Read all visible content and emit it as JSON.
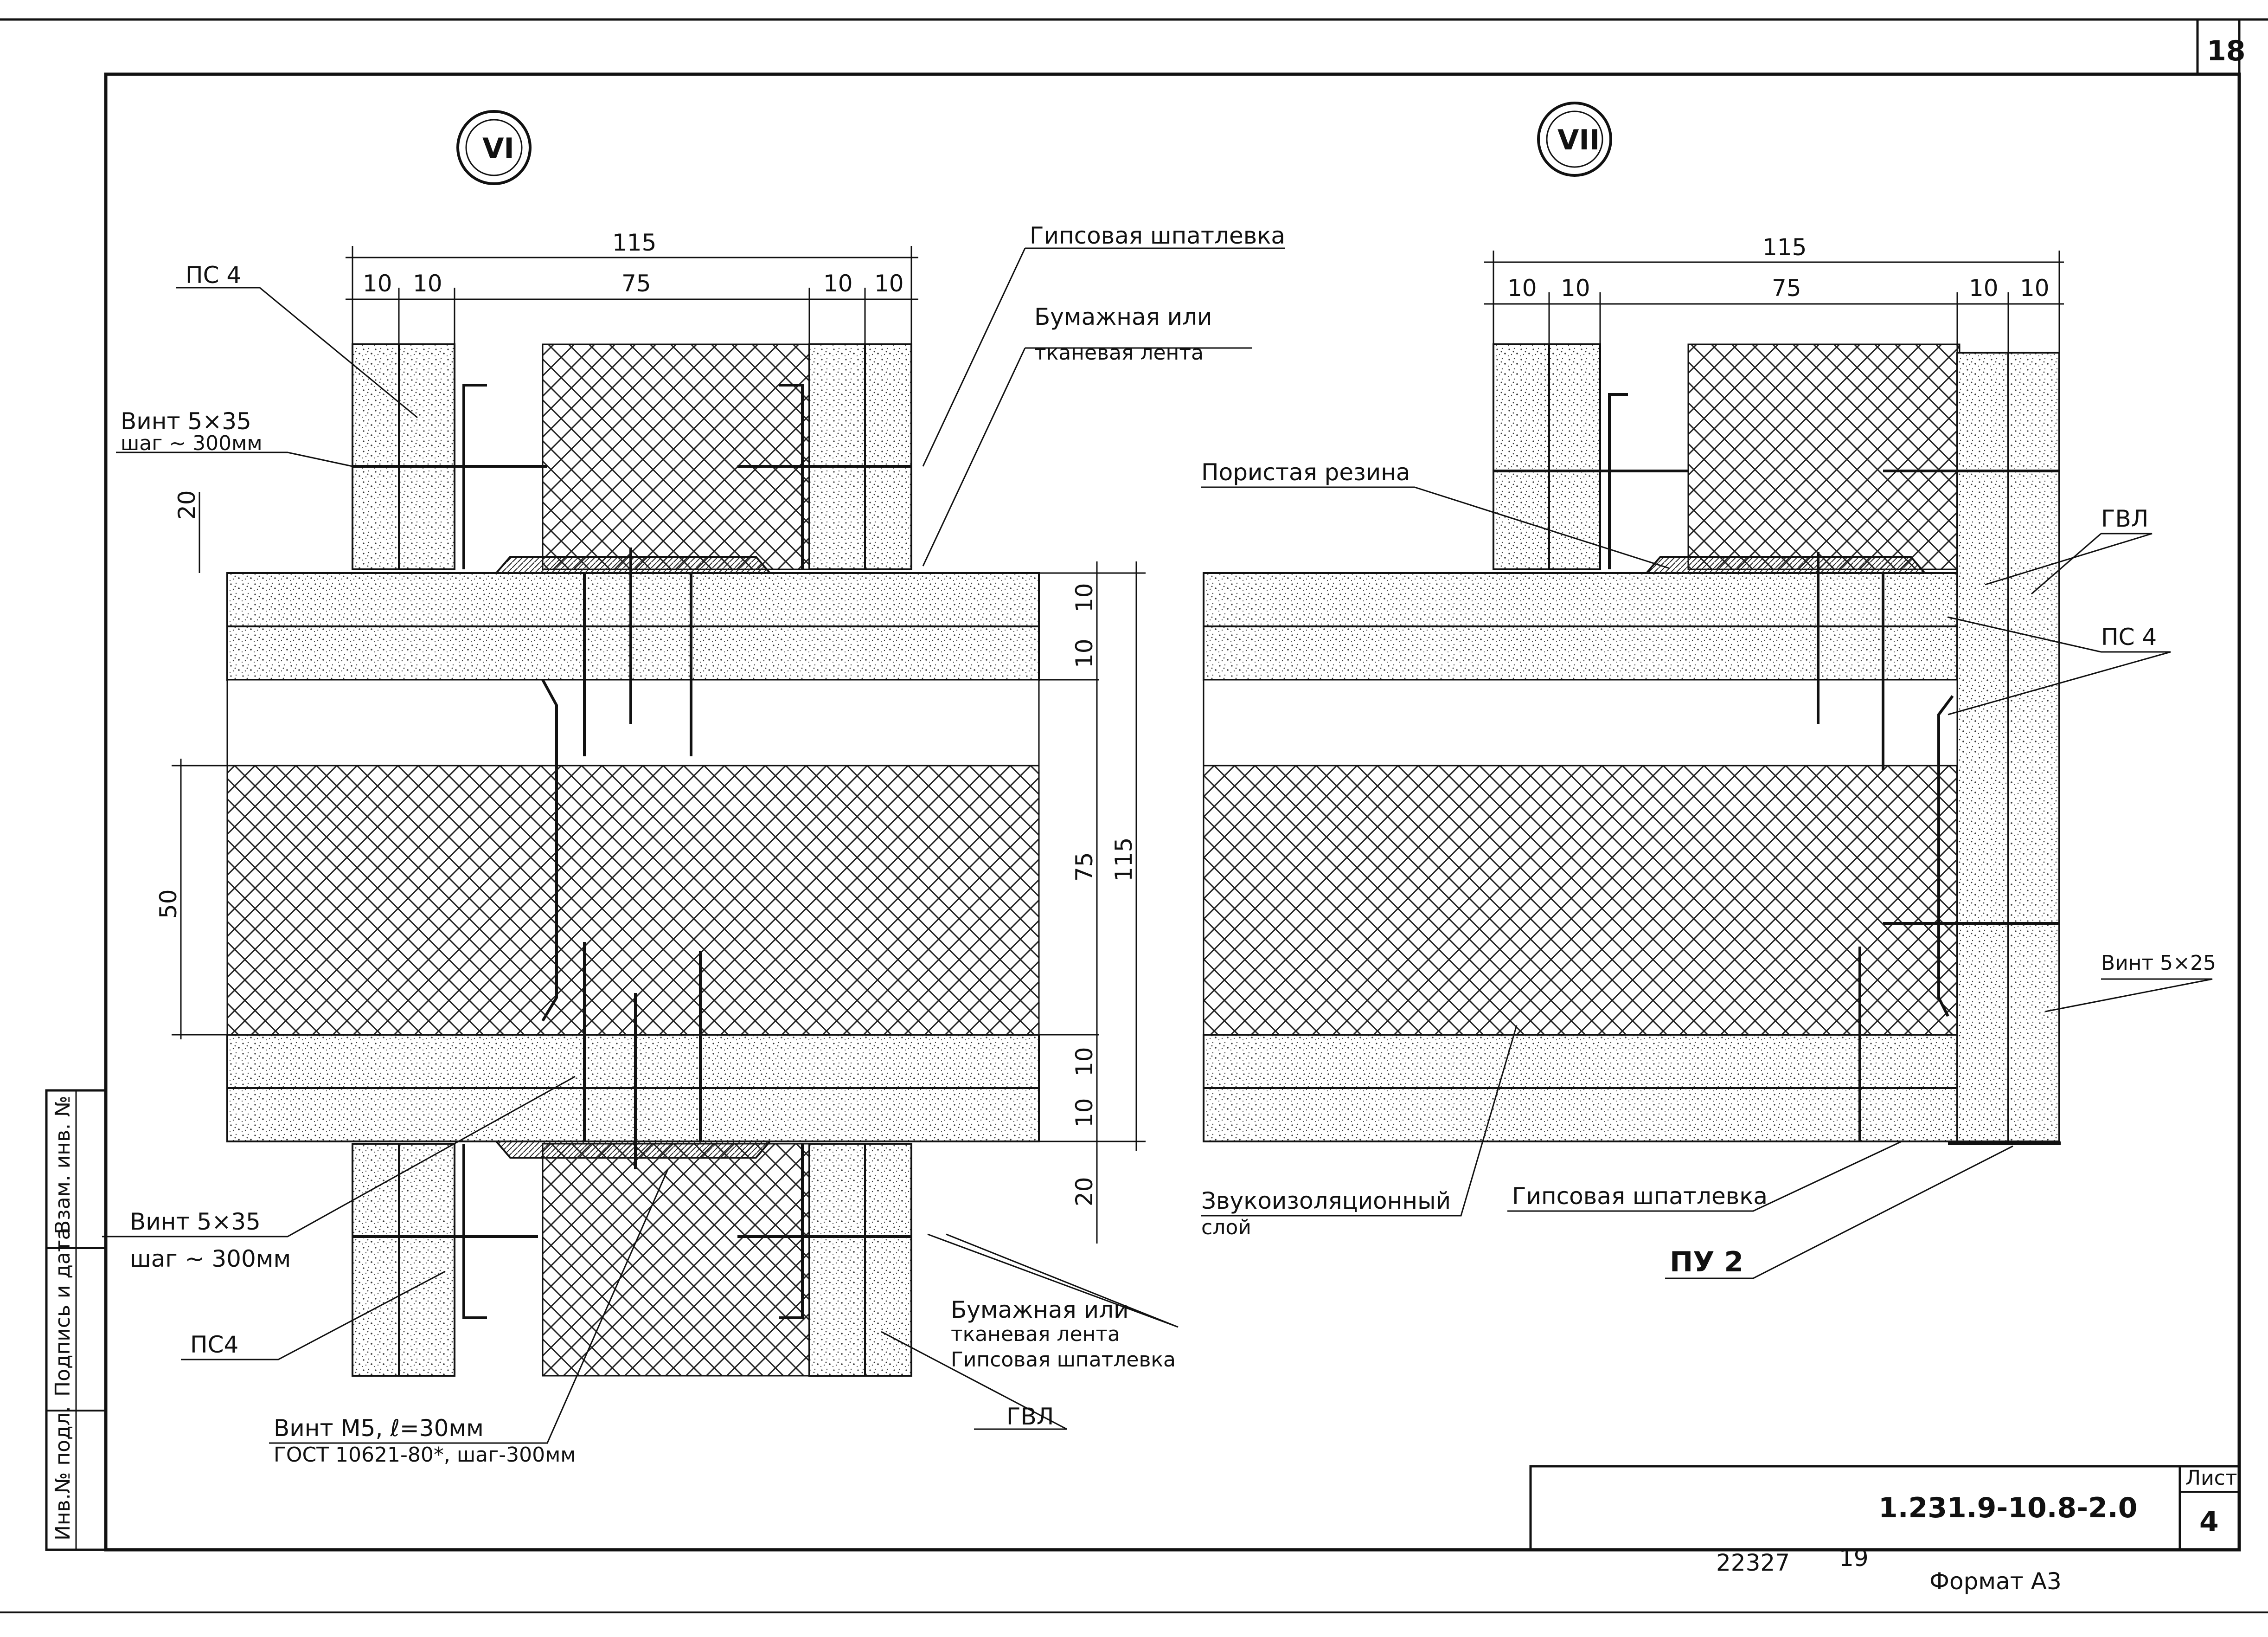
{
  "sheet": {
    "page_number": "18",
    "doc_code": "1.231.9-10.8-2.0",
    "sheet_label": "Лист",
    "sheet_number": "4",
    "archive_number": "22327",
    "archive_sub": "19",
    "format": "Формат А3",
    "side_stamp": [
      "Взам. инв. №",
      "Подпись и дата",
      "Инв.№ подл."
    ]
  },
  "detail_left": {
    "marker": "VI",
    "dims_top": {
      "total": "115",
      "a": "10",
      "b": "10",
      "c": "75",
      "d": "10",
      "e": "10"
    },
    "dims_right": {
      "a": "10",
      "b": "10",
      "c": "75",
      "d": "10",
      "e": "10",
      "total": "115"
    },
    "dim_20_top": "20",
    "dim_20_bottom": "20",
    "dim_50": "50",
    "labels": {
      "ps4_top": "ПС 4",
      "screw_top": "Винт 5×35",
      "screw_top_step": "шаг ~ 300мм",
      "gypsum_putty_top": "Гипсовая шпатлевка",
      "paper_tape_top_1": "Бумажная или",
      "paper_tape_top_2": "тканевая лента",
      "screw_bottom": "Винт 5×35",
      "screw_bottom_step": "шаг ~ 300мм",
      "ps4_bottom": "ПС4",
      "screw_m5": "Винт М5, ℓ=30мм",
      "screw_m5_std": "ГОСТ 10621-80*, шаг-300мм",
      "paper_tape_bottom_1": "Бумажная или",
      "paper_tape_bottom_2": "тканевая лента",
      "gypsum_putty_bottom": "Гипсовая шпатлевка",
      "gvl_bottom": "ГВЛ"
    }
  },
  "detail_right": {
    "marker": "VII",
    "dims_top": {
      "total": "115",
      "a": "10",
      "b": "10",
      "c": "75",
      "d": "10",
      "e": "10"
    },
    "labels": {
      "porous_rubber": "Пористая резина",
      "gvl": "ГВЛ",
      "ps4": "ПС 4",
      "screw_5x25": "Винт 5×25",
      "sound_layer_1": "Звукоизоляционный",
      "sound_layer_2": "слой",
      "gypsum_putty": "Гипсовая шпатлевка",
      "pu2": "ПУ 2"
    }
  }
}
